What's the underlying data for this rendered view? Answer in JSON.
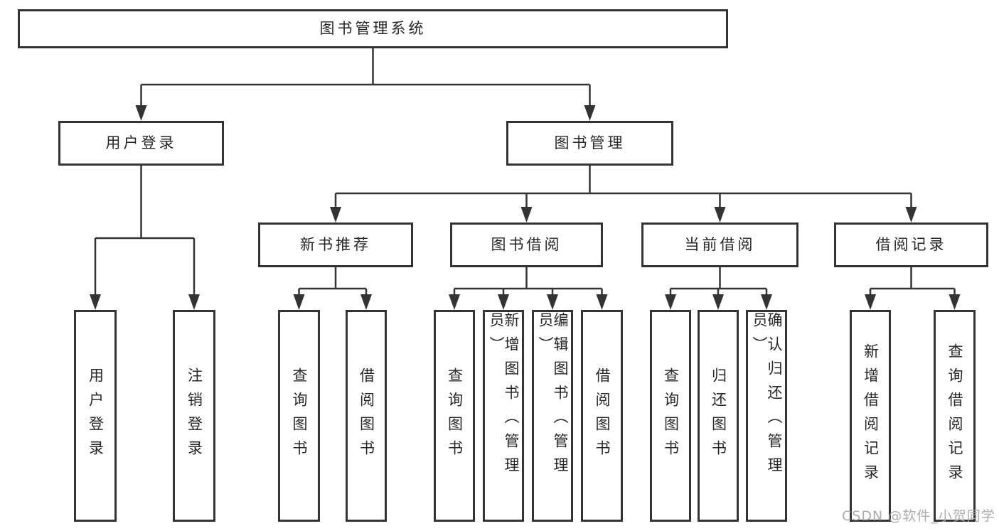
{
  "style": {
    "background": "#ffffff",
    "line_color": "#333333",
    "box_border_color": "#333333",
    "box_fill": "#ffffff",
    "text_color": "#262626",
    "watermark_color": "#a6a6a6"
  },
  "tree": {
    "root": {
      "label": "图书管理系统",
      "children": [
        {
          "label": "用户登录",
          "children": [
            {
              "label": "用户登录"
            },
            {
              "label": "注销登录"
            }
          ]
        },
        {
          "label": "图书管理",
          "children": [
            {
              "label": "新书推荐",
              "children": [
                {
                  "label": "查询图书"
                },
                {
                  "label": "借阅图书"
                }
              ]
            },
            {
              "label": "图书借阅",
              "children": [
                {
                  "label": "查询图书"
                },
                {
                  "label": "新增图书（管理员）"
                },
                {
                  "label": "编辑图书（管理员）"
                },
                {
                  "label": "借阅图书"
                }
              ]
            },
            {
              "label": "当前借阅",
              "children": [
                {
                  "label": "查询图书"
                },
                {
                  "label": "归还图书"
                },
                {
                  "label": "确认归还（管理员）"
                }
              ]
            },
            {
              "label": "借阅记录",
              "children": [
                {
                  "label": "新增借阅记录"
                },
                {
                  "label": "查询借阅记录"
                }
              ]
            }
          ]
        }
      ]
    }
  },
  "watermark": {
    "text": "CSDN @软件_小贺同学"
  }
}
